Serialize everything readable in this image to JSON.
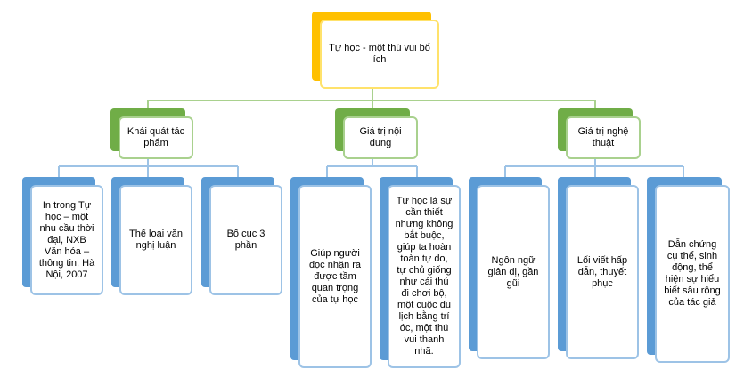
{
  "colors": {
    "root_accent": "#FFC000",
    "root_border": "#FFE26B",
    "level1_accent": "#70AD47",
    "level1_border": "#A9D18E",
    "level2_accent": "#5B9BD5",
    "level2_border": "#9DC3E6"
  },
  "root": {
    "text": "Tự học - một thú vui bổ ích"
  },
  "branches": [
    {
      "text": "Khái quát tác phẩm",
      "children": [
        {
          "text": "In trong Tự học – một nhu cầu thời đại, NXB Văn hóa – thông tin, Hà Nội, 2007"
        },
        {
          "text": "Thể loại văn nghị luận"
        },
        {
          "text": "Bố cục 3 phần"
        }
      ]
    },
    {
      "text": "Giá trị nội dung",
      "children": [
        {
          "text": "Giúp người đọc nhận ra được tầm quan trọng của tự học"
        },
        {
          "text": "Tự học là sự cần thiết nhưng không bắt buộc, giúp ta hoàn toàn tự do, tự chủ giống như cái thú đi chơi bộ, một cuộc du lịch bằng trí óc, một thú vui thanh nhã."
        }
      ]
    },
    {
      "text": "Giá trị nghệ thuật",
      "children": [
        {
          "text": "Ngôn ngữ giản dị, gần gũi"
        },
        {
          "text": "Lối viết hấp dẫn, thuyết phục"
        },
        {
          "text": "Dẫn chứng cụ thể, sinh động, thể hiện sự hiểu biết sâu rộng của tác giả"
        }
      ]
    }
  ]
}
